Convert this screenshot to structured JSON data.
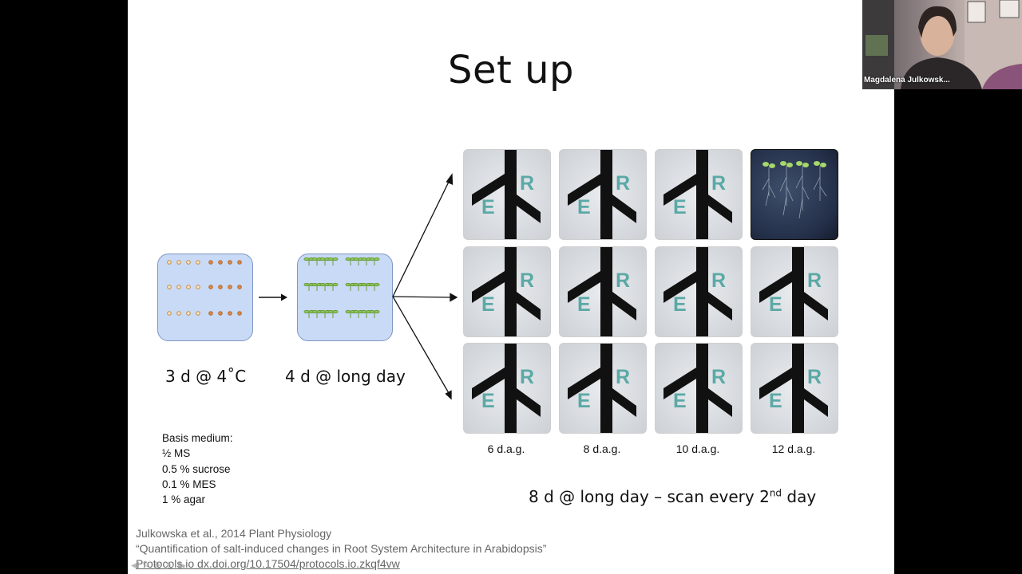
{
  "slide": {
    "title": "Set up",
    "stages": [
      {
        "label": "3 d @ 4˚C"
      },
      {
        "label": "4 d @ long day"
      }
    ],
    "scan_days": [
      "6 d.a.g.",
      "8 d.a.g.",
      "10 d.a.g.",
      "12 d.a.g."
    ],
    "scan_note": {
      "text": "8 d @ long day – scan every 2",
      "superscript": "nd",
      "suffix": " day"
    },
    "plate_logo": {
      "letter_r": "R",
      "letter_e": "E"
    },
    "basis_medium": {
      "heading": "Basis medium:",
      "items": [
        "½ MS",
        "0.5 % sucrose",
        "0.1 % MES",
        "1 % agar"
      ]
    },
    "references": {
      "citation": "Julkowska et al., 2014 Plant Physiology",
      "paper_title": "“Quantification of salt-induced changes in Root System Architecture in Arabidopsis”",
      "protocol": "Protocols.io dx.doi.org/10.17504/protocols.io.zkqf4vw"
    }
  },
  "video": {
    "participant_name": "Magdalena Julkowsk..."
  },
  "colors": {
    "dish_fill": "#c9daf7",
    "dish_border": "#7f97c2",
    "logo_teal": "#5aa9a6",
    "logo_dark": "#111111"
  }
}
